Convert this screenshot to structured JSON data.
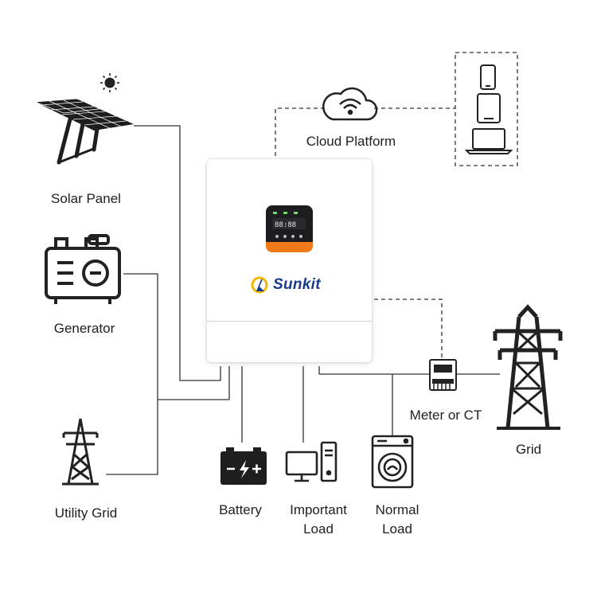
{
  "labels": {
    "solar_panel": "Solar Panel",
    "generator": "Generator",
    "utility_grid": "Utility Grid",
    "cloud_platform": "Cloud Platform",
    "battery": "Battery",
    "important_load_line1": "Important",
    "important_load_line2": "Load",
    "normal_load_line1": "Normal",
    "normal_load_line2": "Load",
    "meter": "Meter or CT",
    "grid": "Grid"
  },
  "inverter": {
    "brand": "Sunkit"
  },
  "colors": {
    "line": "#333333",
    "brand": "#1a3a8c",
    "brand_accent": "#f2b705",
    "screen_orange": "#f07a18"
  },
  "icons": [
    "sun-icon",
    "solar-panel-icon",
    "generator-icon",
    "utility-tower-icon",
    "cloud-wifi-icon",
    "phone-icon",
    "tablet-icon",
    "laptop-icon",
    "battery-icon",
    "desktop-computer-icon",
    "washing-machine-icon",
    "meter-icon",
    "grid-tower-icon"
  ]
}
